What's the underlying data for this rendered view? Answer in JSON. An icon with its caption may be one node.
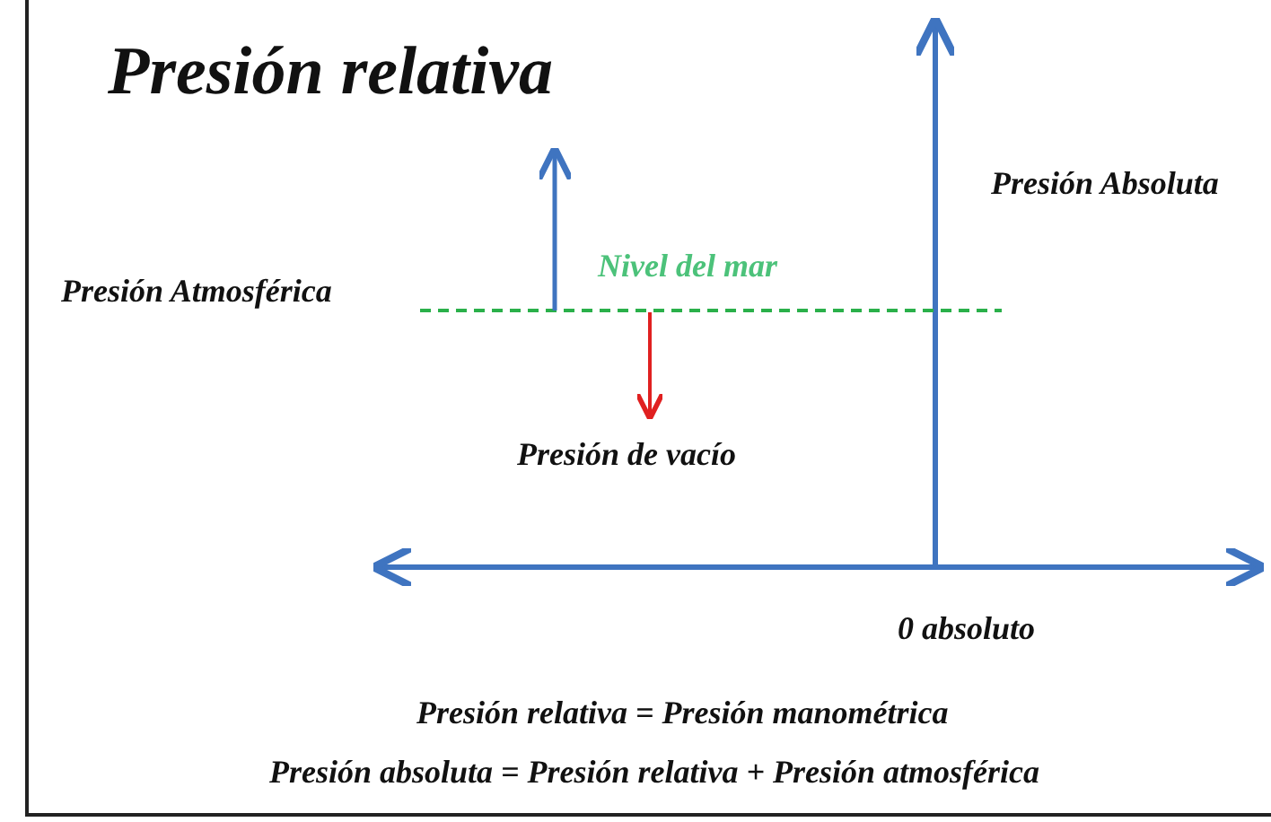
{
  "diagram": {
    "title": "Presión relativa",
    "labels": [
      "Presión Absoluta",
      "Presión Atmosférica",
      "Nivel del mar",
      "Presión de vacío",
      "0 absoluto",
      "Presión relativa = Presión manométrica",
      "Presión absoluta = Presión relativa + Presión atmosférica"
    ]
  }
}
